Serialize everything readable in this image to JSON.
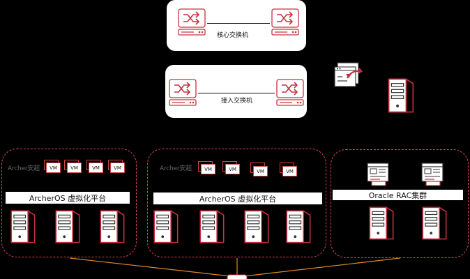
{
  "core_switch": {
    "label": "核心交换机"
  },
  "access_switch": {
    "label": "接入交换机"
  },
  "platforms": [
    {
      "brand": "Archer安超",
      "title": "ArcherOS 虚拟化平台",
      "vms": [
        "VM",
        "VM",
        "VM",
        "VM"
      ]
    },
    {
      "brand": "Archer安超",
      "title": "ArcherOS 虚拟化平台",
      "vms": [
        "VM",
        "VM",
        "VM",
        "VM"
      ]
    }
  ],
  "oracle": {
    "title": "Oracle RAC集群"
  },
  "colors": {
    "accent": "#c9303f",
    "dashed": "#e0455a",
    "background": "#000000"
  },
  "icons": [
    "network-switch-icon",
    "server-icon",
    "migration-icon",
    "database-console-icon"
  ]
}
